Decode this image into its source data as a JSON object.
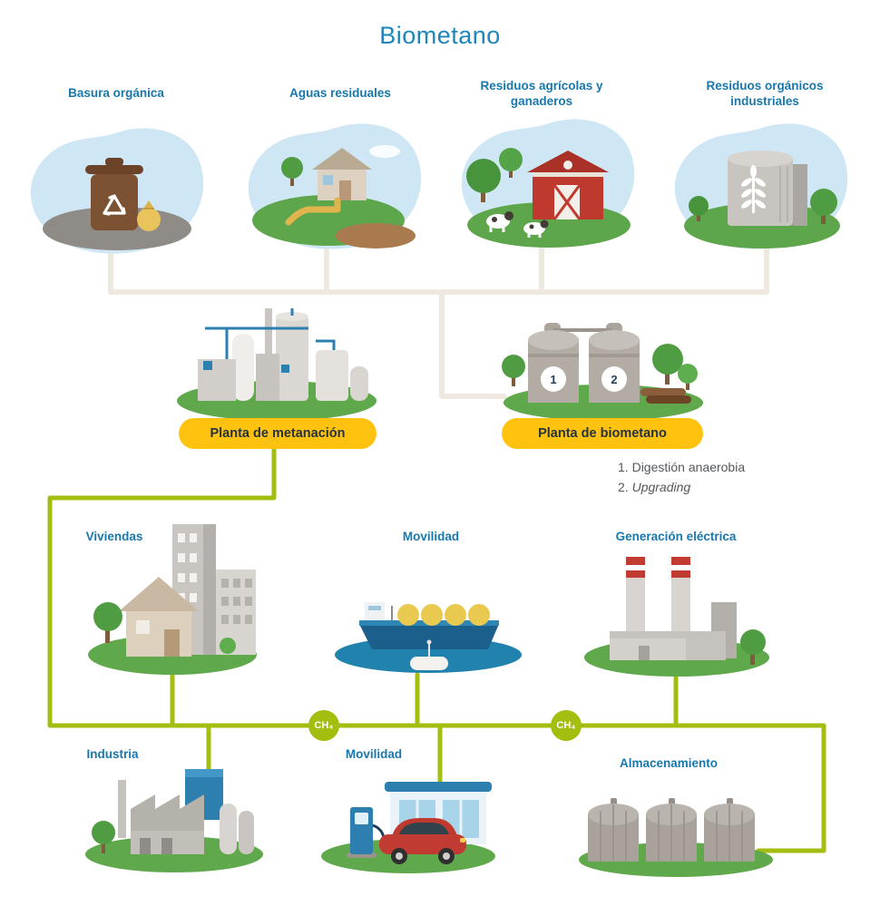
{
  "title": "Biometano",
  "colors": {
    "label_blue": "#1878ad",
    "title_blue": "#1d86ba",
    "pill_yellow": "#ffc20e",
    "line_green": "#a4bd0f",
    "line_gray": "#efe8e1",
    "ground_green": "#5fa84c",
    "sky_blue": "#cfe7f5"
  },
  "sources": [
    {
      "label": "Basura orgánica",
      "icon": "trash-bin-recycle-icon"
    },
    {
      "label": "Aguas residuales",
      "icon": "house-sewage-pipe-icon"
    },
    {
      "label": "Residuos agrícolas y ganaderos",
      "icon": "barn-cows-icon"
    },
    {
      "label": "Residuos orgánicos industriales",
      "icon": "industrial-silo-wheat-icon"
    }
  ],
  "plants": {
    "metanacion": {
      "label": "Planta de metanación"
    },
    "biometano": {
      "label": "Planta de biometano",
      "badges": [
        "1",
        "2"
      ],
      "steps": [
        {
          "num": "1.",
          "text": "Digestión anaerobia",
          "italic": false
        },
        {
          "num": "2.",
          "text": "Upgrading",
          "italic": true
        }
      ]
    }
  },
  "uses_middle": [
    {
      "label": "Viviendas",
      "icon": "buildings-icon"
    },
    {
      "label": "Movilidad",
      "icon": "ship-icon"
    },
    {
      "label": "Generación eléctrica",
      "icon": "power-plant-icon"
    }
  ],
  "uses_bottom": [
    {
      "label": "Industria",
      "icon": "factory-icon"
    },
    {
      "label": "Movilidad",
      "icon": "gas-station-car-icon"
    },
    {
      "label": "Almacenamiento",
      "icon": "storage-tanks-icon"
    }
  ],
  "gas_badge": "CH₄"
}
